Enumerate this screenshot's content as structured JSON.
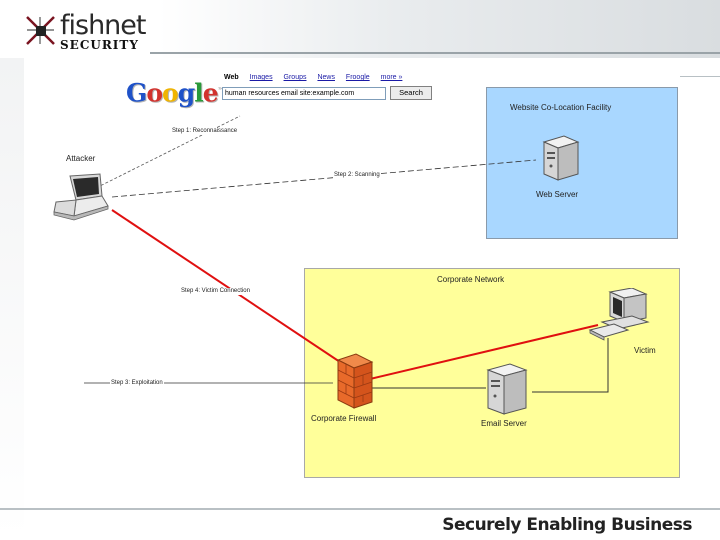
{
  "header": {
    "brand_top": "fishnet",
    "brand_bottom": "SECURITY"
  },
  "footer": {
    "tagline": "Securely Enabling Business"
  },
  "google": {
    "logo": "Google",
    "nav": [
      "Web",
      "Images",
      "Groups",
      "News",
      "Froogle",
      "more »"
    ],
    "query": "human resources email site:example.com",
    "button": "Search"
  },
  "diagram": {
    "zones": {
      "colocation": "Website Co-Location Facility",
      "corporate": "Corporate Network"
    },
    "nodes": {
      "attacker": "Attacker",
      "web_server": "Web Server",
      "firewall": "Corporate Firewall",
      "email_server": "Email Server",
      "victim": "Victim"
    },
    "steps": {
      "step1": "Step 1: Reconnaissance",
      "step2": "Step 2: Scanning",
      "step3": "Step 3: Exploitation",
      "step4": "Step 4: Victim Connection"
    },
    "colors": {
      "attack_line": "#e01010",
      "colocation_fill": "#a9d7ff",
      "corporate_fill": "#ffff9a"
    }
  }
}
